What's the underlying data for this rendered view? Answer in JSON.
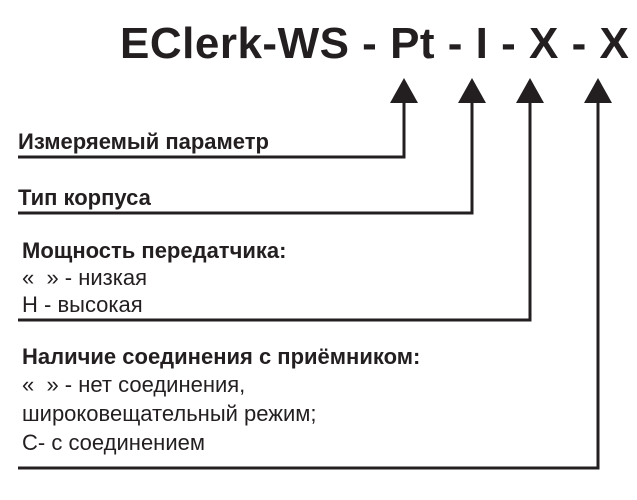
{
  "code": {
    "parts": [
      "EClerk-WS",
      " - ",
      "Pt",
      " - ",
      "I",
      " - ",
      "X",
      " - ",
      "X"
    ]
  },
  "fields": [
    {
      "heading": "Измеряемый параметр",
      "options": []
    },
    {
      "heading": "Тип корпуса",
      "options": []
    },
    {
      "heading": "Мощность передатчика:",
      "options": [
        "«  » - низкая",
        "Н - высокая"
      ]
    },
    {
      "heading": "Наличие соединения с приёмником:",
      "options": [
        "«  » - нет соединения,",
        "широковещательный режим;",
        "С- с соединением"
      ]
    }
  ],
  "colors": {
    "ink": "#231f20",
    "background": "#ffffff"
  }
}
